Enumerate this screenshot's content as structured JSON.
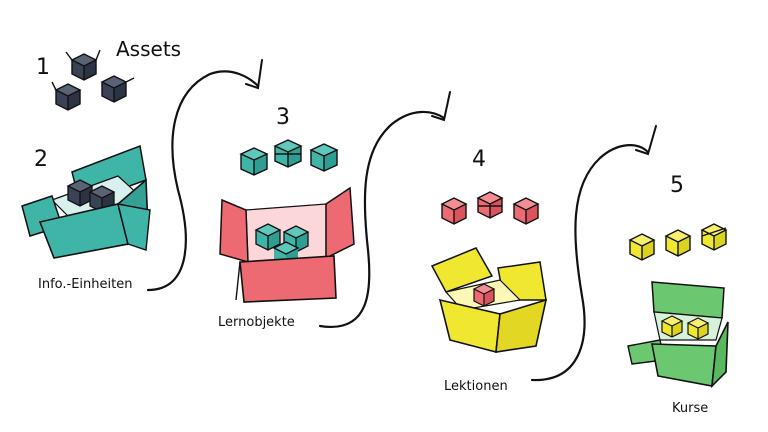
{
  "colors": {
    "ink": "#111111",
    "navy": "#3a4255",
    "teal": "#3fb5a8",
    "red": "#ee6a72",
    "yellow": "#f0e830",
    "green": "#6cc870",
    "paper": "#ffffff"
  },
  "steps": [
    {
      "number": "1",
      "label": "Assets"
    },
    {
      "number": "2",
      "label": "Info.-Einheiten"
    },
    {
      "number": "3",
      "label": "Lernobjekte"
    },
    {
      "number": "4",
      "label": "Lektionen"
    },
    {
      "number": "5",
      "label": "Kurse"
    }
  ]
}
